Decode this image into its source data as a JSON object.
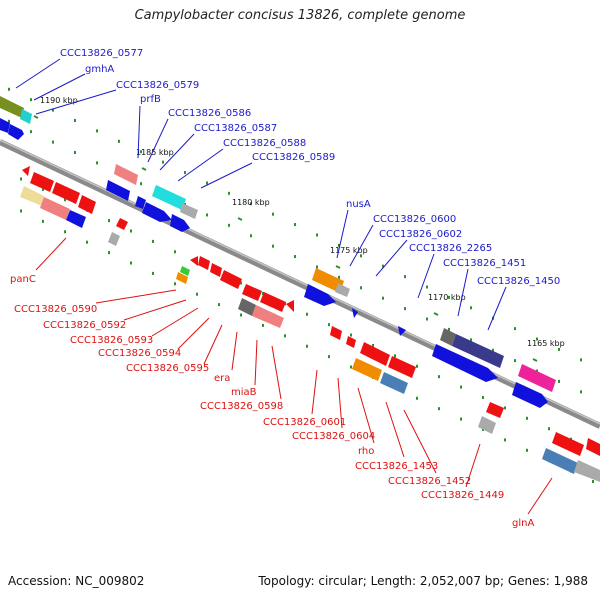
{
  "title": "Campylobacter concisus 13826, complete genome",
  "accession": "Accession: NC_009802",
  "topology": "Topology: circular; Length: 2,052,007 bp; Genes: 1,988",
  "colors": {
    "forward_label": "#1a1acc",
    "reverse_label": "#dd1111",
    "backbone": "#8a8a8a"
  },
  "kbp_marks": [
    "1190 kbp",
    "1185 kbp",
    "1180 kbp",
    "1175 kbp",
    "1170 kbp",
    "1165 kbp"
  ],
  "forward_labels": [
    "CCC13826_0577",
    "gmhA",
    "CCC13826_0579",
    "prfB",
    "CCC13826_0586",
    "CCC13826_0587",
    "CCC13826_0588",
    "CCC13826_0589",
    "nusA",
    "CCC13826_0600",
    "CCC13826_0602",
    "CCC13826_2265",
    "CCC13826_1451",
    "CCC13826_1450"
  ],
  "reverse_labels": [
    "panC",
    "CCC13826_0590",
    "CCC13826_0592",
    "CCC13826_0593",
    "CCC13826_0594",
    "CCC13826_0595",
    "era",
    "miaB",
    "CCC13826_0598",
    "CCC13826_0601",
    "CCC13826_0604",
    "rho",
    "CCC13826_1453",
    "CCC13826_1452",
    "CCC13826_1449",
    "glnA"
  ]
}
